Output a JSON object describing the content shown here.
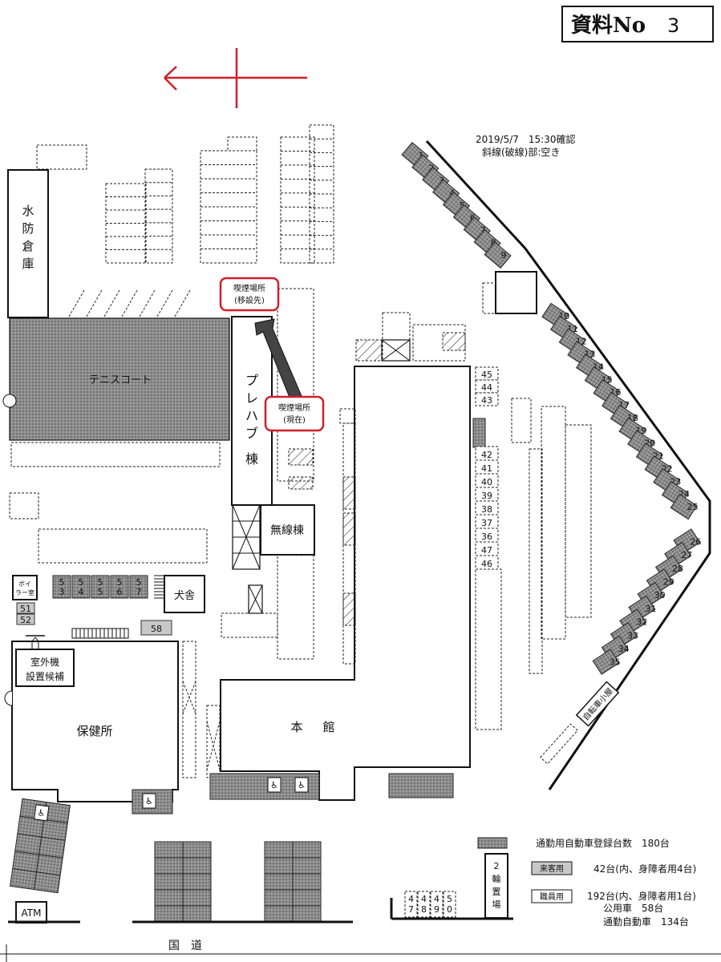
{
  "header": {
    "doc_label": "資料No",
    "doc_number": "3"
  },
  "note": {
    "line1": "2019/5/7　15:30確認",
    "line2": "斜線(破線)部:空き"
  },
  "buildings": {
    "suibo": "水防倉庫",
    "tennis": "テニスコート",
    "prefab": "プレハブ棟",
    "musen": "無線棟",
    "honkan_1": "本",
    "honkan_2": "館",
    "hokenjo": "保健所",
    "kensha": "犬舎",
    "boiler_1": "ボイ",
    "boiler_2": "ラー室",
    "outdoor_1": "室外機",
    "outdoor_2": "設置候補",
    "atm": "ATM",
    "bicycle": "自転車小屋",
    "bike_parking": "2輪置場",
    "road": "国　道"
  },
  "smoking": {
    "new_1": "喫煙場所",
    "new_2": "(移設先)",
    "cur_1": "喫煙場所",
    "cur_2": "(現在)"
  },
  "legend": {
    "total": "通勤用自動車登録台数　180台",
    "visitor_tag": "来客用",
    "visitor_count": "42台(内、身障者用4台)",
    "staff_tag": "職員用",
    "staff_count": "192台(内、身障者用1台)",
    "official": "公用車　58台",
    "commute": "通勤自動車　134台"
  },
  "stalls": {
    "diag_top": [
      "1",
      "2",
      "3",
      "4",
      "5",
      "6",
      "7",
      "8",
      "9"
    ],
    "diag_mid": [
      "10",
      "11",
      "12",
      "13",
      "14",
      "15",
      "16",
      "17",
      "18",
      "19",
      "20",
      "21",
      "22",
      "23",
      "24",
      "25"
    ],
    "diag_low": [
      "26",
      "27",
      "28",
      "29",
      "30",
      "31",
      "32",
      "33",
      "34",
      "35"
    ],
    "col_top": [
      "45",
      "44",
      "43"
    ],
    "col_mid": [
      "42",
      "41",
      "40",
      "39",
      "38",
      "37",
      "36",
      "47",
      "46"
    ],
    "small": [
      "51",
      "52",
      "58"
    ],
    "bike_row": [
      "5 3",
      "5 4",
      "5 5",
      "5 6",
      "5 7"
    ],
    "bottom_row": [
      "4 7",
      "4 8",
      "4 9",
      "5 0"
    ]
  },
  "colors": {
    "accent_red": "#d11f2a",
    "occupied_gray": "#a9a9a9"
  }
}
